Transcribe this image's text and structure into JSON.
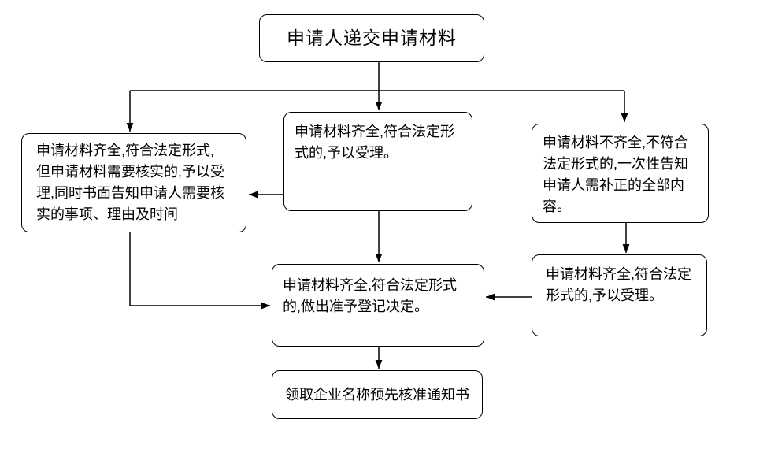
{
  "flowchart": {
    "nodes": {
      "start": "申请人递交申请材料",
      "verify": "申请材料齐全,符合法定形式,\n但申请材料需要核实的,予以受\n理,同时书面告知申请人需要核\n实的事项、理由及时间",
      "accept_center": "申请材料齐全,符合法定形\n式的,予以受理。",
      "incomplete": "申请材料不齐全,不符合\n法定形式的,一次性告知\n申请人需补正的全部内\n容。",
      "decision": "申请材料齐全,符合法定形式\n的,做出准予登记决定。",
      "accept_right": "申请材料齐全,符合法定\n形式的,予以受理。",
      "end": "领取企业名称预先核准通知书"
    },
    "colors": {
      "line": "#000000",
      "node_border": "#000000",
      "node_fill": "#ffffff",
      "text": "#000000",
      "background": "#ffffff"
    }
  }
}
